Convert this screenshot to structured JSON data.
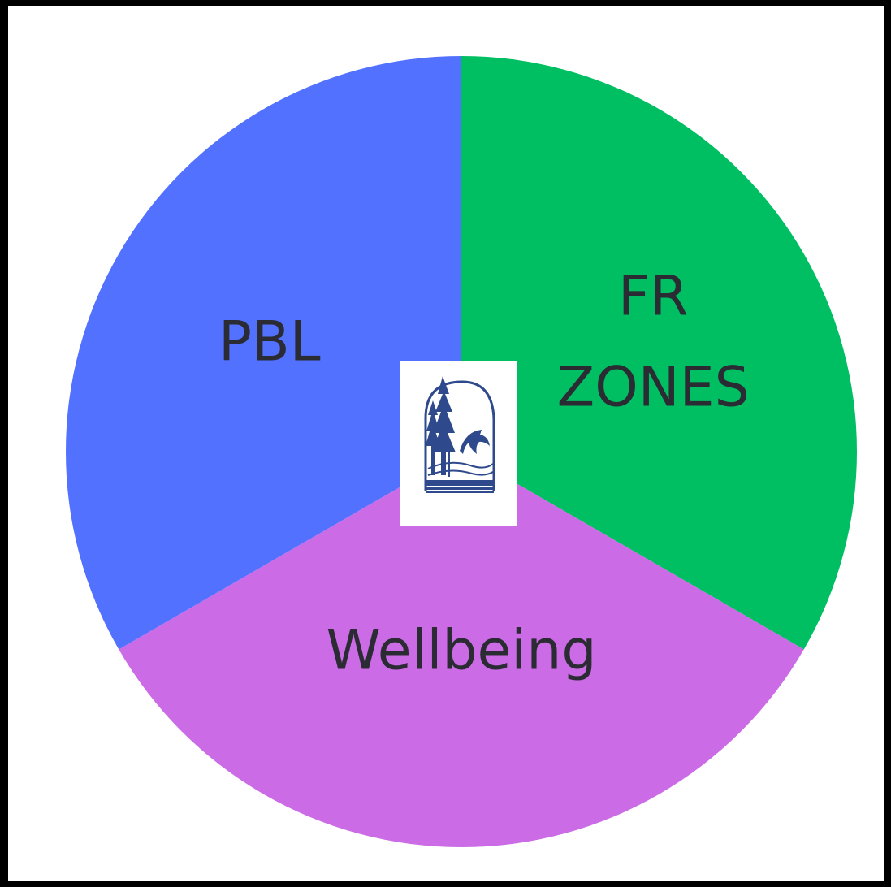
{
  "chart_data": {
    "type": "pie",
    "title": "",
    "start": "top",
    "direction": "clockwise",
    "slices": [
      {
        "label": "FR ZONES",
        "lines": [
          "FR",
          "ZONES"
        ],
        "value": 33.3,
        "color": "#00bf63"
      },
      {
        "label": "Wellbeing",
        "lines": [
          "Wellbeing"
        ],
        "value": 33.3,
        "color": "#cb6ce6"
      },
      {
        "label": "PBL",
        "lines": [
          "PBL"
        ],
        "value": 33.3,
        "color": "#5271ff"
      }
    ]
  },
  "logo": {
    "name": "school-logo",
    "color": "#2e4a8c"
  }
}
